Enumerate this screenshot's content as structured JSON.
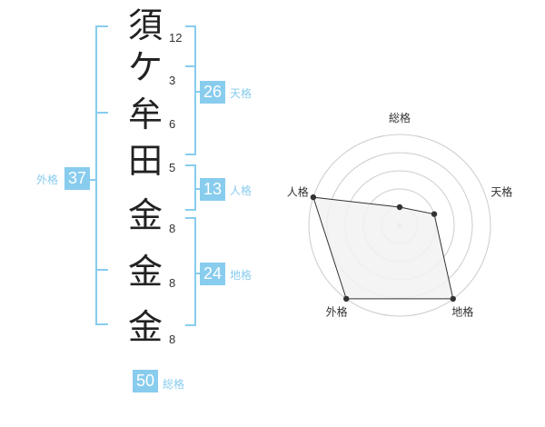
{
  "name_chars": [
    {
      "char": "須",
      "strokes": "12"
    },
    {
      "char": "ケ",
      "strokes": "3"
    },
    {
      "char": "牟",
      "strokes": "6"
    },
    {
      "char": "田",
      "strokes": "5"
    },
    {
      "char": "金",
      "strokes": "8"
    },
    {
      "char": "金",
      "strokes": "8"
    },
    {
      "char": "金",
      "strokes": "8"
    }
  ],
  "scores": {
    "tenkaku": {
      "value": "26",
      "label": "天格"
    },
    "jinkaku": {
      "value": "13",
      "label": "人格"
    },
    "chikaku": {
      "value": "24",
      "label": "地格"
    },
    "gaikaku": {
      "value": "37",
      "label": "外格"
    },
    "soukaku": {
      "value": "50",
      "label": "総格"
    }
  },
  "chart_data": {
    "type": "radar",
    "axes": [
      "総格",
      "天格",
      "地格",
      "外格",
      "人格"
    ],
    "values": [
      1,
      2,
      5,
      5,
      5
    ],
    "scale_max": 5,
    "rings": 5
  },
  "colors": {
    "accent": "#88ccee",
    "radar_fill": "#f2f2f2",
    "radar_line": "#333333",
    "grid": "#cccccc"
  }
}
